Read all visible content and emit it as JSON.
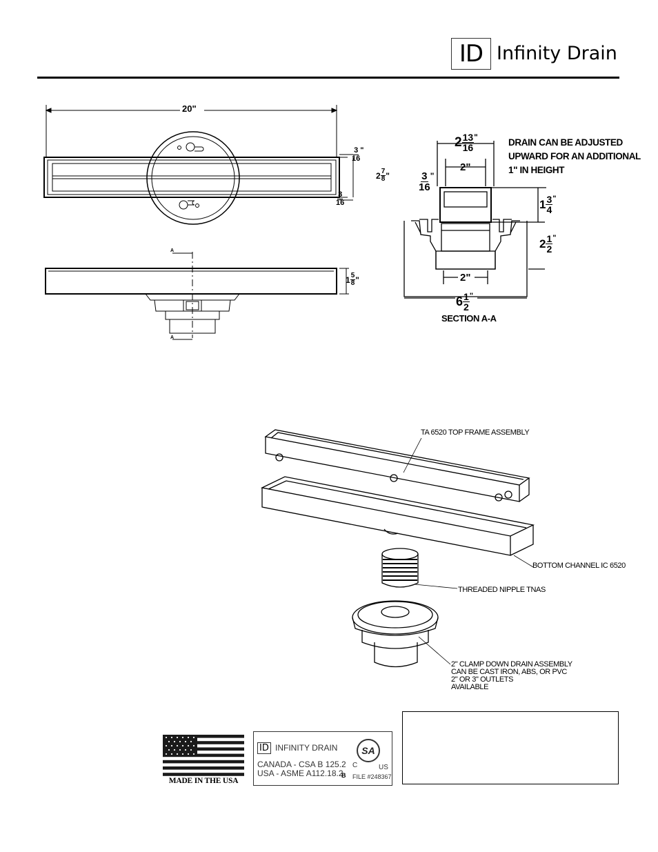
{
  "header": {
    "logo_mark": "ID",
    "brand_name": "Infinity Drain"
  },
  "top_view": {
    "dim_length": "20\"",
    "dim_width": {
      "whole": "2",
      "num": "7",
      "den": "8",
      "unit": "\""
    },
    "dim_flange_top": {
      "num": "3",
      "den": "16",
      "unit": "\""
    },
    "dim_flange_bottom": {
      "num": "3",
      "den": "16"
    }
  },
  "side_view": {
    "dim_height": {
      "whole": "1",
      "num": "5",
      "den": "8",
      "unit": "\""
    },
    "section_marker_top": "A",
    "section_marker_bottom": "A"
  },
  "section": {
    "note_lines": [
      "DRAIN CAN BE ADJUSTED",
      "UPWARD FOR AN ADDITIONAL",
      "1\" IN HEIGHT"
    ],
    "dim_top_width": {
      "whole": "2",
      "num": "13",
      "den": "16",
      "unit": "\""
    },
    "dim_inner_width": "2\"",
    "dim_wall": {
      "num": "3",
      "den": "16",
      "unit": "\""
    },
    "dim_upper_height": {
      "whole": "1",
      "num": "3",
      "den": "4",
      "unit": "\""
    },
    "dim_lower_height": {
      "whole": "2",
      "num": "1",
      "den": "2",
      "unit": "\""
    },
    "dim_outlet": "2\"",
    "dim_base_width": {
      "whole": "6",
      "num": "1",
      "den": "2",
      "unit": "\""
    },
    "title": "SECTION A-A"
  },
  "exploded": {
    "label_frame": "TA 6520 TOP FRAME ASSEMBLY",
    "label_channel": "BOTTOM CHANNEL IC 6520",
    "label_nipple": "THREADED NIPPLE TNAS",
    "label_drain_lines": [
      "2\" CLAMP DOWN DRAIN ASSEMBLY",
      "CAN BE CAST IRON, ABS, OR PVC",
      "2\" OR 3\" OUTLETS",
      "AVAILABLE"
    ]
  },
  "certification": {
    "flag_caption": "MADE IN THE USA",
    "card_brand_mark": "ID",
    "card_brand": "INFINITY DRAIN",
    "line_canada": "CANADA - CSA B 125.2",
    "line_usa": "USA - ASME A112.18.2",
    "class_letter": "B",
    "csa_logo": "SA",
    "csa_c": "C",
    "csa_us": "US",
    "file_no": "FILE #248367"
  },
  "colors": {
    "ink": "#000000",
    "flag_blue": "#1a1a1a"
  }
}
